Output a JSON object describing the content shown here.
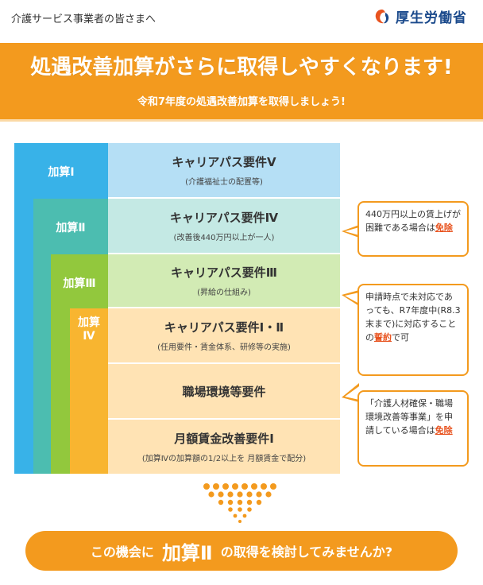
{
  "header": {
    "audience": "介護サービス事業者の皆さまへ",
    "ministry": "厚生労働省"
  },
  "banner": {
    "title": "処遇改善加算がさらに取得しやすくなります!",
    "subtitle": "令和7年度の処遇改善加算を取得しましょう!"
  },
  "levels": [
    "加算Ⅰ",
    "加算Ⅱ",
    "加算Ⅲ",
    "加算Ⅳ"
  ],
  "requirements": [
    {
      "title": "キャリアパス要件Ⅴ",
      "note": "(介護福祉士の配置等)"
    },
    {
      "title": "キャリアパス要件Ⅳ",
      "note": "(改善後440万円以上が一人)"
    },
    {
      "title": "キャリアパス要件Ⅲ",
      "note": "(昇給の仕組み)"
    },
    {
      "title": "キャリアパス要件Ⅰ・Ⅱ",
      "note": "(任用要件・賃金体系、研修等の実施)"
    },
    {
      "title": "職場環境等要件",
      "note": ""
    },
    {
      "title": "月額賃金改善要件Ⅰ",
      "note": "(加算Ⅳの加算額の1/2以上を 月額賃金で配分)"
    }
  ],
  "callouts": {
    "c1_text": "440万円以上の賃上げが困難である場合は",
    "c1_em": "免除",
    "c2_text": "申請時点で未対応であっても、R7年度中(R8.3末まで)に対応することの",
    "c2_em": "誓約",
    "c2_tail": "で可",
    "c3_text": "「介護人材確保・職場環境改善等事業」を申請している場合は",
    "c3_em": "免除"
  },
  "cta": {
    "pre": "この機会に",
    "highlight": "加算Ⅱ",
    "post": "の取得を検討してみませんか?"
  },
  "colors": {
    "orange": "#f39a1e",
    "level1": "#38b2e8",
    "level2": "#4cbdb0",
    "level3": "#92c83d",
    "level4": "#f8b530",
    "emphasis": "#e8531f"
  }
}
